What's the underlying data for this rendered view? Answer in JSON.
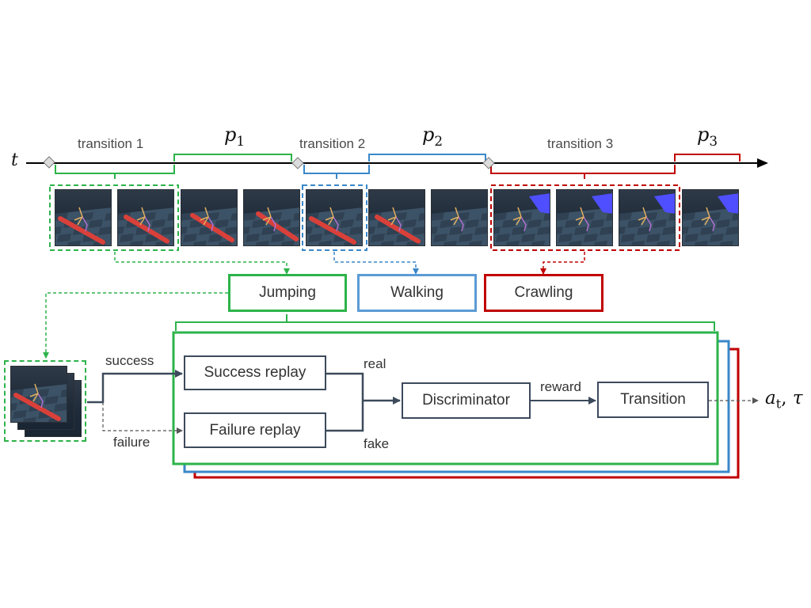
{
  "timeline": {
    "axis_label": "t",
    "transitions": [
      "transition 1",
      "transition 2",
      "transition 3"
    ],
    "phases": [
      {
        "base": "p",
        "sub": "1"
      },
      {
        "base": "p",
        "sub": "2"
      },
      {
        "base": "p",
        "sub": "3"
      }
    ]
  },
  "skills": [
    {
      "label": "Jumping",
      "color": "#2db34a"
    },
    {
      "label": "Walking",
      "color": "#5b9bd5"
    },
    {
      "label": "Crawling",
      "color": "#c00000"
    }
  ],
  "colors": {
    "green": "#2db34a",
    "blue": "#3a87c8",
    "red": "#c00000",
    "node": "#3d4a5c",
    "obstacle_red": "#d9403a",
    "platform_blue": "#4f4fff"
  },
  "pipeline": {
    "branch_success": "success",
    "branch_failure": "failure",
    "success_replay": "Success replay",
    "failure_replay": "Failure replay",
    "real": "real",
    "fake": "fake",
    "discriminator": "Discriminator",
    "reward": "reward",
    "transition": "Transition",
    "output": {
      "a": "a",
      "a_sub": "t",
      "sep": ",",
      "tau": "τ"
    }
  },
  "frames": [
    {
      "obstacle": "bar"
    },
    {
      "obstacle": "bar"
    },
    {
      "obstacle": "bar"
    },
    {
      "obstacle": "bar"
    },
    {
      "obstacle": "bar"
    },
    {
      "obstacle": "bar"
    },
    {
      "obstacle": "none"
    },
    {
      "obstacle": "platform"
    },
    {
      "obstacle": "platform"
    },
    {
      "obstacle": "platform"
    },
    {
      "obstacle": "platform"
    }
  ]
}
